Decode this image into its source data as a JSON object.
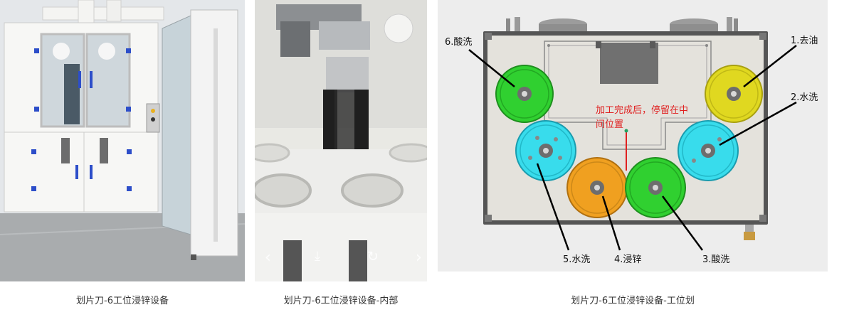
{
  "captions": {
    "equipment": "划片刀-6工位浸锌设备",
    "interior": "划片刀-6工位浸锌设备-内部",
    "stations": "划片刀-6工位浸锌设备-工位划"
  },
  "stations": [
    {
      "label": "1.去油",
      "color": "#e0d820"
    },
    {
      "label": "2.水洗",
      "color": "#38dcec"
    },
    {
      "label": "3.酸洗",
      "color": "#30d030"
    },
    {
      "label": "4.浸锌",
      "color": "#f0a020"
    },
    {
      "label": "5.水洗",
      "color": "#38dcec"
    },
    {
      "label": "6.酸洗",
      "color": "#30d030"
    }
  ],
  "note": {
    "line1": "加工完成后，停留在中",
    "line2": "间位置"
  },
  "viewer_controls": {
    "prev": "prev-arrow-icon",
    "download": "download-icon",
    "rotate": "rotate-icon",
    "next": "next-arrow-icon"
  },
  "colors": {
    "note_text": "#e02020",
    "frame": "#555555",
    "plate": "#e4e2dc"
  }
}
